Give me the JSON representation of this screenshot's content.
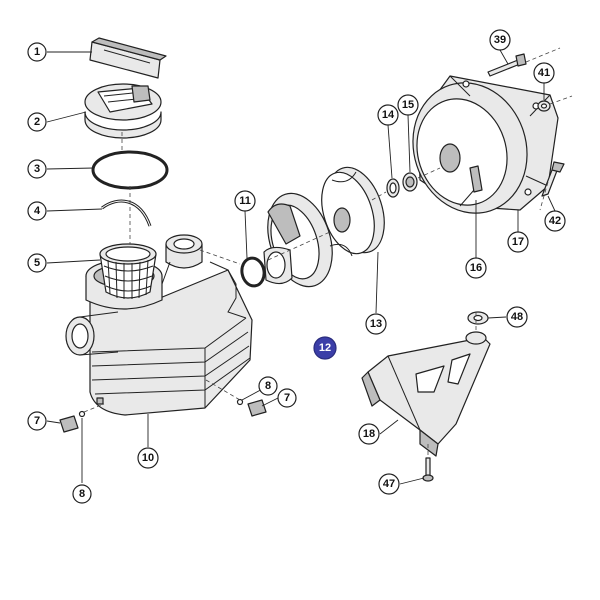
{
  "highlight_color": "#3b3ea8",
  "callouts": [
    {
      "id": "c1",
      "label": "1"
    },
    {
      "id": "c2",
      "label": "2"
    },
    {
      "id": "c3",
      "label": "3"
    },
    {
      "id": "c4",
      "label": "4"
    },
    {
      "id": "c5",
      "label": "5"
    },
    {
      "id": "c7a",
      "label": "7"
    },
    {
      "id": "c8a",
      "label": "8"
    },
    {
      "id": "c10",
      "label": "10"
    },
    {
      "id": "c8b",
      "label": "8"
    },
    {
      "id": "c7b",
      "label": "7"
    },
    {
      "id": "c11",
      "label": "11"
    },
    {
      "id": "c12",
      "label": "12",
      "highlight": true
    },
    {
      "id": "c13",
      "label": "13"
    },
    {
      "id": "c14",
      "label": "14"
    },
    {
      "id": "c15",
      "label": "15"
    },
    {
      "id": "c16",
      "label": "16"
    },
    {
      "id": "c17",
      "label": "17"
    },
    {
      "id": "c39",
      "label": "39"
    },
    {
      "id": "c41",
      "label": "41"
    },
    {
      "id": "c42",
      "label": "42"
    },
    {
      "id": "c48",
      "label": "48"
    },
    {
      "id": "c18",
      "label": "18"
    },
    {
      "id": "c47",
      "label": "47"
    }
  ]
}
